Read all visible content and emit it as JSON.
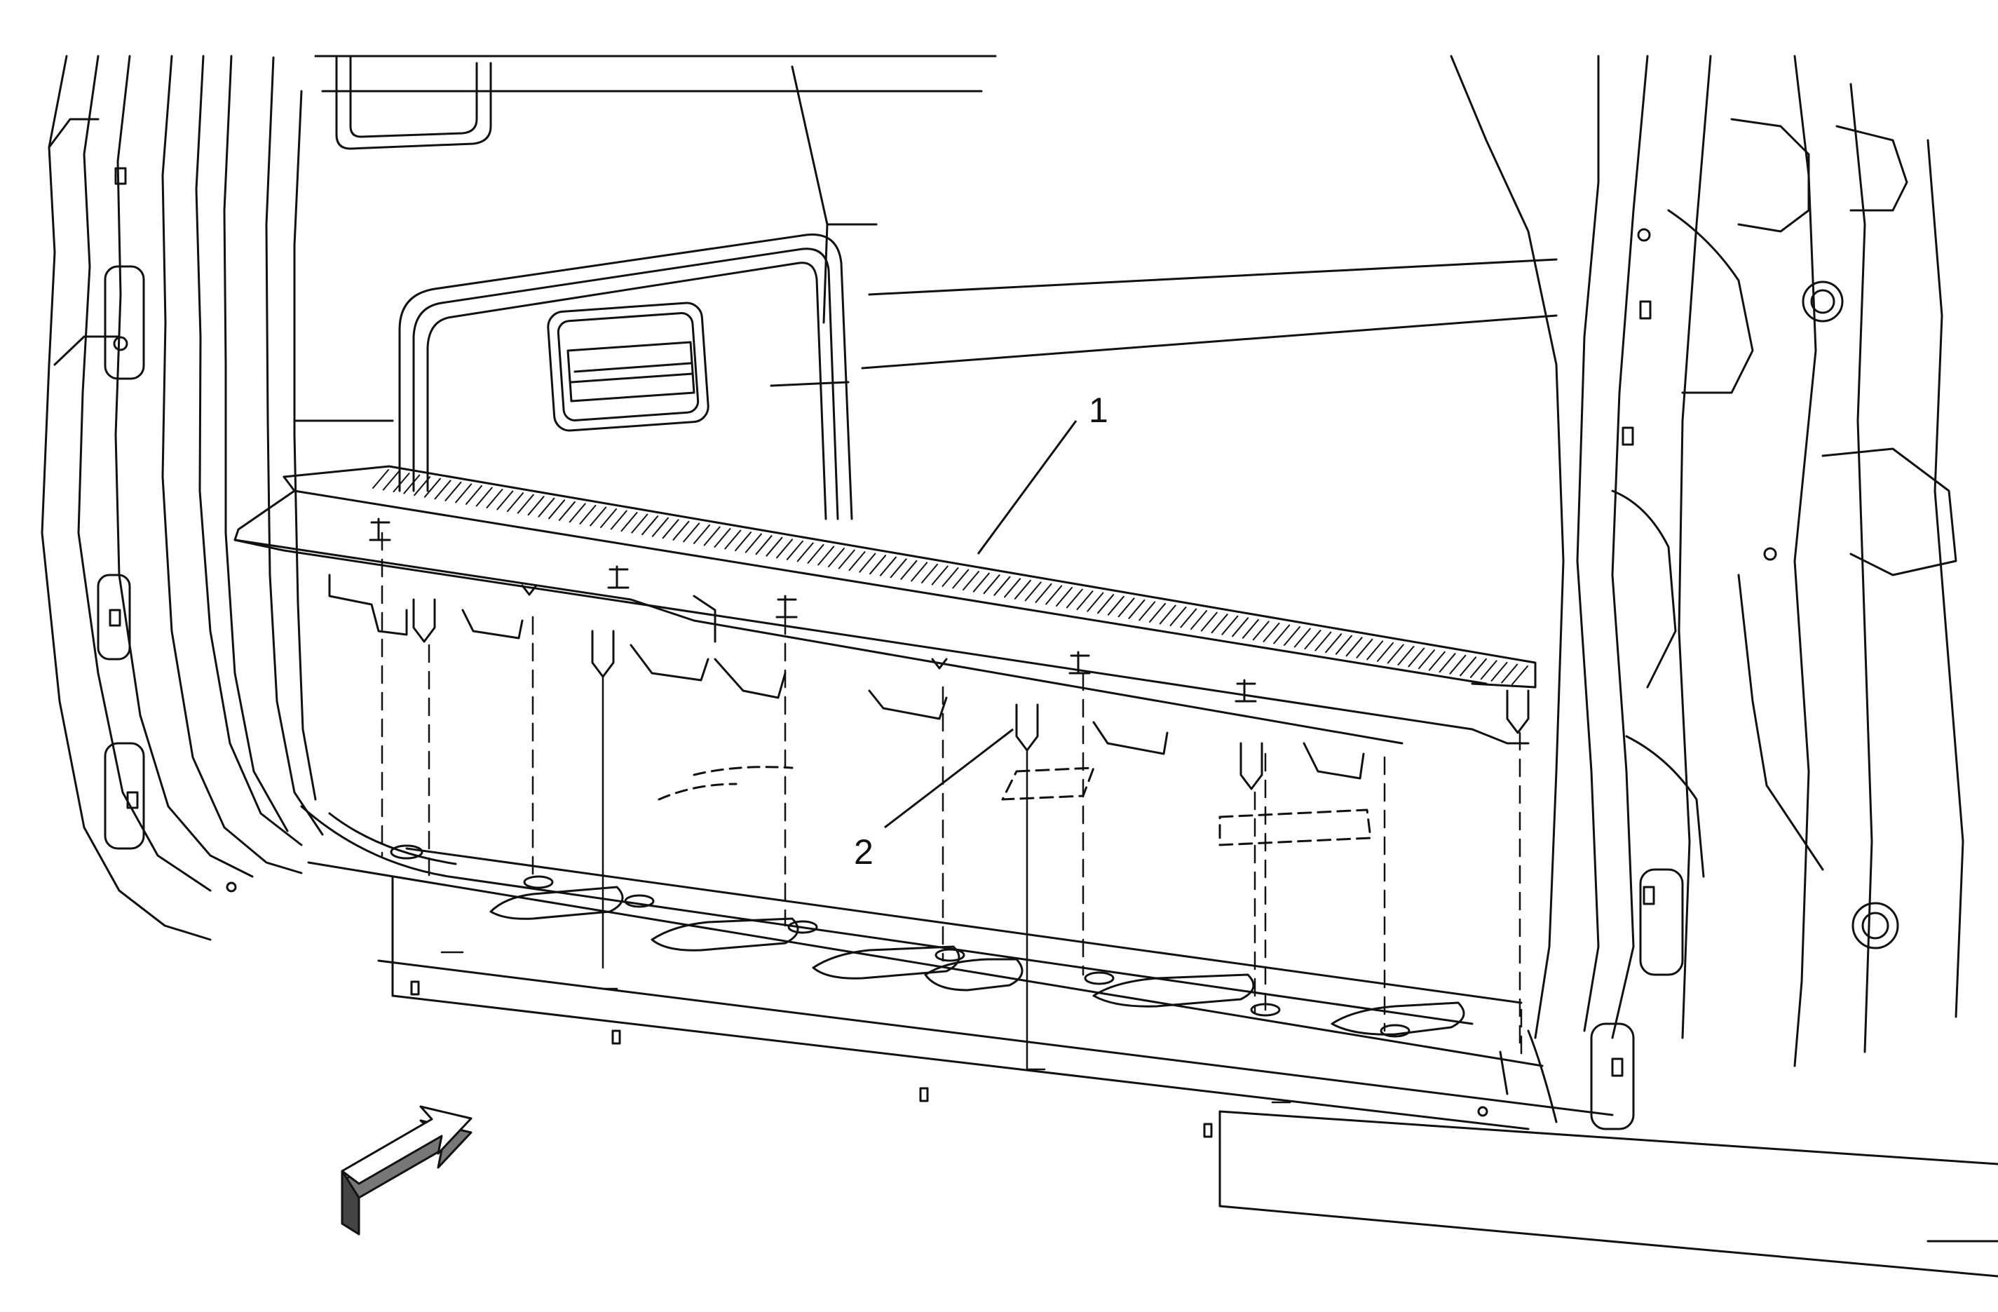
{
  "diagram": {
    "callouts": [
      {
        "id": "1",
        "label": "1"
      },
      {
        "id": "2",
        "label": "2"
      }
    ],
    "view_arrow_icon": "direction-arrow-icon",
    "colors": {
      "line": "#111111",
      "fill": "#ffffff",
      "arrow_shade": "#777777"
    }
  }
}
